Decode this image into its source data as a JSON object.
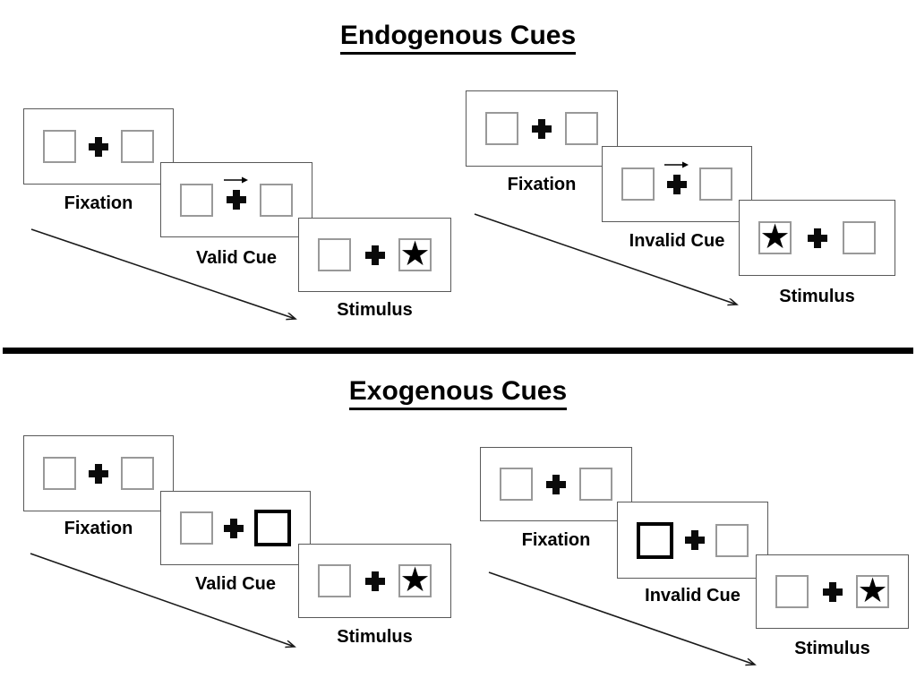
{
  "sections": [
    {
      "id": "endogenous",
      "title": "Endogenous Cues",
      "groups": [
        {
          "id": "valid",
          "panels": [
            {
              "label": "Fixation",
              "type": "fixation"
            },
            {
              "label": "Valid Cue",
              "type": "cue",
              "cue": "arrow-right"
            },
            {
              "label": "Stimulus",
              "type": "stimulus",
              "star_side": "right"
            }
          ]
        },
        {
          "id": "invalid",
          "panels": [
            {
              "label": "Fixation",
              "type": "fixation"
            },
            {
              "label": "Invalid Cue",
              "type": "cue",
              "cue": "arrow-right"
            },
            {
              "label": "Stimulus",
              "type": "stimulus",
              "star_side": "left"
            }
          ]
        }
      ]
    },
    {
      "id": "exogenous",
      "title": "Exogenous Cues",
      "groups": [
        {
          "id": "valid",
          "panels": [
            {
              "label": "Fixation",
              "type": "fixation"
            },
            {
              "label": "Valid Cue",
              "type": "cue",
              "cue": "box-right"
            },
            {
              "label": "Stimulus",
              "type": "stimulus",
              "star_side": "right"
            }
          ]
        },
        {
          "id": "invalid",
          "panels": [
            {
              "label": "Fixation",
              "type": "fixation"
            },
            {
              "label": "Invalid Cue",
              "type": "cue",
              "cue": "box-left"
            },
            {
              "label": "Stimulus",
              "type": "stimulus",
              "star_side": "right"
            }
          ]
        }
      ]
    }
  ],
  "symbols": {
    "star": "★",
    "fixation_cross": "+",
    "cue_arrow": "→"
  },
  "colors": {
    "background": "#ffffff",
    "panel_border": "#595959",
    "square_border": "#999999",
    "cue_box_border": "#000000",
    "text": "#000000",
    "divider": "#000000"
  }
}
